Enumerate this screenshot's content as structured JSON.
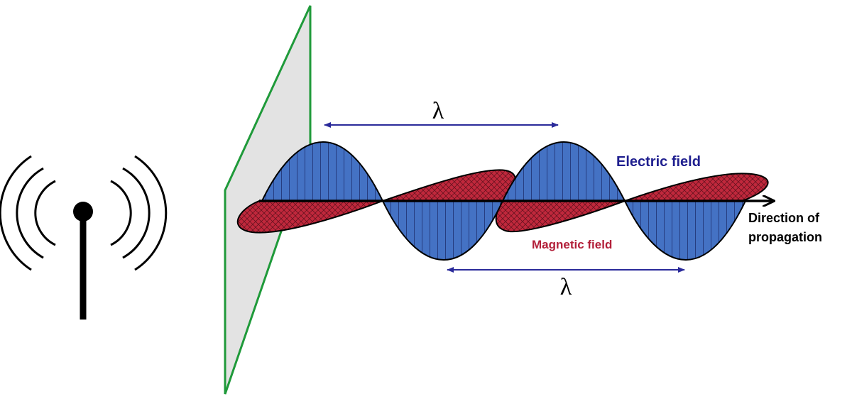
{
  "labels": {
    "lambda_top": "λ",
    "lambda_bottom": "λ",
    "electric_field": "Electric field",
    "magnetic_field": "Magnetic field",
    "direction_line1": "Direction of",
    "direction_line2": "propagation"
  },
  "colors": {
    "electric": "#4472c4",
    "electric_text": "#1f1f8f",
    "magnetic": "#c0283c",
    "magnetic_text": "#b3203a",
    "plane_fill": "#e3e3e3",
    "plane_stroke": "#1f9a3a",
    "dimension_arrow": "#2a2a9a",
    "axis": "#000000",
    "antenna": "#000000"
  },
  "icons": {
    "antenna": "broadcast-antenna-icon"
  }
}
